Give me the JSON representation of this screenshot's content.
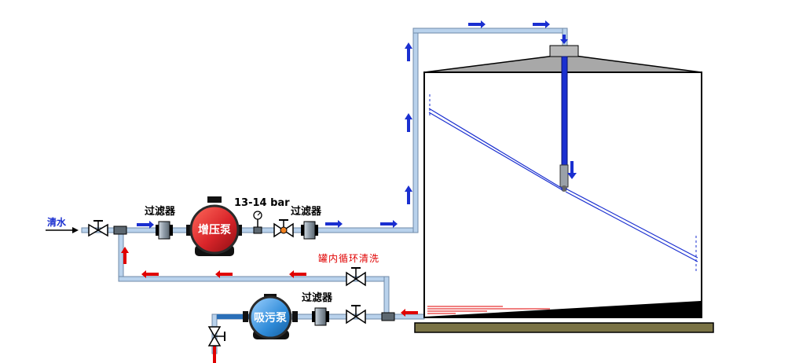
{
  "labels": {
    "clean_water": "清水",
    "filter_1": "过滤器",
    "booster_pump": "增压泵",
    "pressure": "13-14 bar",
    "filter_2": "过滤器",
    "tank_circulation_wash": "罐内循环清洗",
    "filter_3": "过滤器",
    "suction_pump": "吸污泵"
  },
  "colors": {
    "pipe_fill": "#b9d2ec",
    "pipe_stroke": "#6f8aa8",
    "flow_clean": "#1a2fd0",
    "flow_return": "#e00000",
    "pump_red": "#d9252a",
    "pump_blue": "#2f8bd9",
    "tank_roof": "#a8a8a8",
    "sludge": "#000000",
    "ground": "#7a7345"
  },
  "icons": {
    "valve": "gate-valve-icon",
    "gauge": "pressure-gauge-icon",
    "check_valve": "check-valve-icon"
  }
}
